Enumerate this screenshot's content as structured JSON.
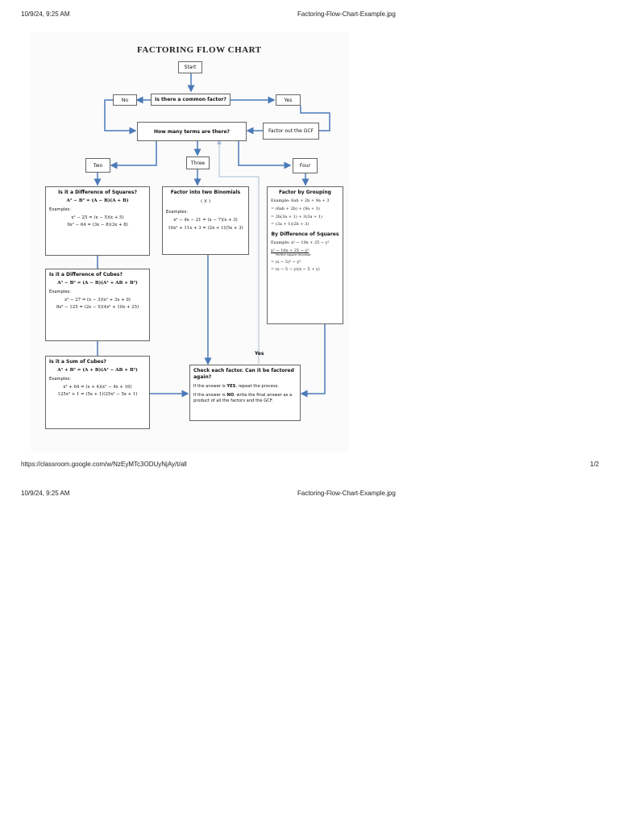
{
  "header": {
    "datetime": "10/9/24, 9:25 AM",
    "filename": "Factoring-Flow-Chart-Example.jpg"
  },
  "footer": {
    "url": "https://classroom.google.com/w/NzEyMTc3ODUyNjAy/t/all",
    "page": "1/2"
  },
  "header2": {
    "datetime": "10/9/24, 9:25 AM",
    "filename": "Factoring-Flow-Chart-Example.jpg"
  },
  "flowchart": {
    "title": "FACTORING FLOW CHART",
    "start": "Start",
    "common_factor_q": "Is there a common factor?",
    "no": "No",
    "yes": "Yes",
    "factor_gcf": "Factor out the GCF",
    "how_many_terms": "How many terms are there?",
    "two": "Two",
    "three": "Three",
    "four": "Four",
    "yes_loop": "Yes",
    "diff_squares": {
      "heading": "Is it a Difference of Squares?",
      "formula": "A² − B² = (A − B)(A + B)",
      "examples_label": "Examples:",
      "ex1": "x² − 25 = (x − 5)(x + 5)",
      "ex2": "9x² − 64 = (3x − 8)(3x + 8)"
    },
    "diff_cubes": {
      "heading": "Is it a Difference of Cubes?",
      "formula": "A³ − B³ = (A − B)(A² + AB + B²)",
      "examples_label": "Examples:",
      "ex1": "x³ − 27 = (x − 3)(x² + 3x + 9)",
      "ex2": "8x³ − 125 = (2x − 5)(4x² + 10x + 25)"
    },
    "sum_cubes": {
      "heading": "Is it a Sum of Cubes?",
      "formula": "A³ + B³ = (A + B)(A² − AB + B²)",
      "examples_label": "Examples:",
      "ex1": "x³ + 64 = (x + 4)(x² − 4x + 16)",
      "ex2": "125x³ + 1 = (5x + 1)(25x² − 5x + 1)"
    },
    "binomials": {
      "heading": "Factor into two Binomials",
      "template": "(      )(      )",
      "examples_label": "Examples:",
      "ex1": "x² − 4x − 21 = (x − 7)(x + 3)",
      "ex2": "10x² + 11x + 3 = (2x + 1)(5x + 3)"
    },
    "grouping": {
      "heading": "Factor by Grouping",
      "ex_label": "Example: 6ab + 2b + 9a + 3",
      "step1": "= (6ab + 2b) + (9a + 3)",
      "step2": "= 2b(3a + 1) + 3(3a + 1)",
      "step3": "= (3a + 1)(2b + 3)",
      "sub_heading": "By Difference of Squares",
      "ex2_label": "Example: x² − 10x + 25 − y²",
      "trinomial": "x² − 10x + 25 − y²",
      "trinomial_note": "Perfect square trinomial",
      "step4": "= (x − 5)² − y²",
      "step5": "= (x − 5 − y)(x − 5 + y)"
    },
    "check": {
      "heading": "Check each factor.  Can it be factored again?",
      "yes_prefix": "If the answer is ",
      "yes_word": "YES",
      "yes_suffix": ", repeat the process.",
      "no_prefix": "If the answer is ",
      "no_word": "NO",
      "no_suffix": ", write the final answer as a product of all the factors and the GCF."
    }
  },
  "colors": {
    "arrow": "#4a7ab8",
    "loop": "#a8bcd6",
    "box_border": "#666666"
  }
}
